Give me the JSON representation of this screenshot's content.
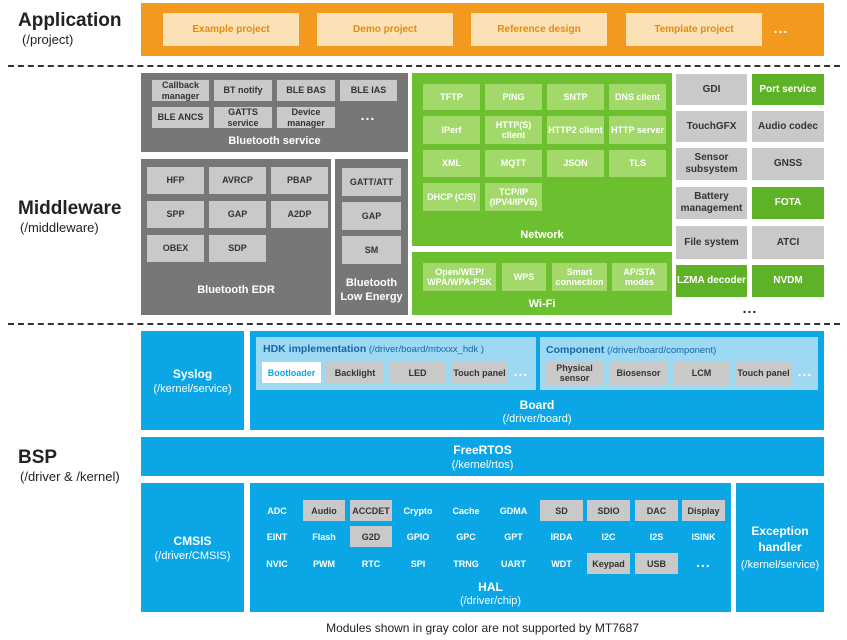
{
  "layers": {
    "application": {
      "title": "Application",
      "path": "(/project)"
    },
    "middleware": {
      "title": "Middleware",
      "path": "(/middleware)"
    },
    "bsp": {
      "title": "BSP",
      "path": "(/driver & /kernel)"
    }
  },
  "application": {
    "items": [
      "Example project",
      "Demo project",
      "Reference design",
      "Template project"
    ],
    "more": "..."
  },
  "bluetooth_service": {
    "title": "Bluetooth service",
    "items": [
      "Callback manager",
      "BT notify",
      "BLE BAS",
      "BLE IAS",
      "BLE ANCS",
      "GATTS service",
      "Device manager"
    ],
    "more": "..."
  },
  "bluetooth_edr": {
    "title": "Bluetooth EDR",
    "items": [
      "HFP",
      "AVRCP",
      "PBAP",
      "SPP",
      "GAP",
      "A2DP",
      "OBEX",
      "SDP"
    ]
  },
  "bluetooth_le": {
    "title": "Bluetooth Low Energy",
    "items": [
      "GATT/ATT",
      "GAP",
      "SM"
    ]
  },
  "network": {
    "title": "Network",
    "items": [
      "TFTP",
      "PING",
      "SNTP",
      "DNS client",
      "IPerf",
      "HTTP(S) client",
      "HTTP2 client",
      "HTTP server",
      "XML",
      "MQTT",
      "JSON",
      "TLS",
      "DHCP (C/S)",
      "TCP/IP (IPV4/IPV6)"
    ]
  },
  "wifi": {
    "title": "Wi-Fi",
    "items": [
      "Open/WEP/ WPA/WPA-PSK",
      "WPS",
      "Smart connection",
      "AP/STA modes"
    ]
  },
  "middleware_side": {
    "col1": [
      "GDI",
      "TouchGFX",
      "Sensor subsystem",
      "Battery management",
      "File system",
      "LZMA decoder"
    ],
    "col2": [
      "Port service",
      "Audio codec",
      "GNSS",
      "FOTA",
      "ATCI",
      "NVDM"
    ],
    "more": "..."
  },
  "bsp": {
    "syslog": {
      "title": "Syslog",
      "path": "(/kernel/service)"
    },
    "hdk": {
      "title": "HDK implementation",
      "path": " (/driver/board/mtxxxx_hdk )",
      "items": [
        "Bootloader",
        "Backlight",
        "LED",
        "Touch panel"
      ],
      "more": "..."
    },
    "component": {
      "title": "Component",
      "path": " (/driver/board/component)",
      "items": [
        "Physical sensor",
        "Biosensor",
        "LCM",
        "Touch panel"
      ],
      "more": "..."
    },
    "board": {
      "title": "Board",
      "path": "(/driver/board)"
    },
    "freertos": {
      "title": "FreeRTOS",
      "path": "(/kernel/rtos)"
    },
    "cmsis": {
      "title": "CMSIS",
      "path": "(/driver/CMSIS)"
    },
    "hal": {
      "title": "HAL",
      "path": "(/driver/chip)",
      "rows": [
        [
          "ADC",
          "Audio",
          "ACCDET",
          "Crypto",
          "Cache",
          "GDMA",
          "SD",
          "SDIO",
          "DAC",
          "Display"
        ],
        [
          "EINT",
          "Flash",
          "G2D",
          "GPIO",
          "GPC",
          "GPT",
          "IRDA",
          "I2C",
          "I2S",
          "ISINK"
        ],
        [
          "NVIC",
          "PWM",
          "RTC",
          "SPI",
          "TRNG",
          "UART",
          "WDT",
          "Keypad",
          "USB",
          "..."
        ]
      ]
    },
    "exception": {
      "title": "Exception handler",
      "path": "(/kernel/service)"
    }
  },
  "footnote": "Modules shown in gray color are not supported by MT7687",
  "colors": {
    "application": "#F39A1E",
    "middleware_gray": "#777777",
    "network_green": "#6CBF2E",
    "bsp_blue": "#0AA6E6"
  }
}
